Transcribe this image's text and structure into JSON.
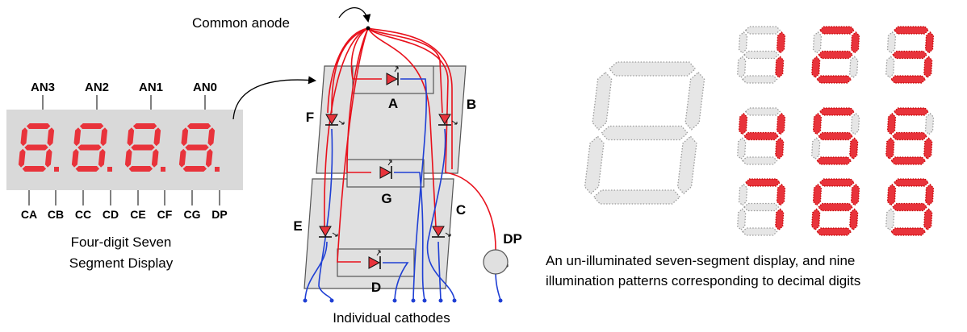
{
  "left_display": {
    "anode_labels": [
      "AN3",
      "AN2",
      "AN1",
      "AN0"
    ],
    "cathode_labels": [
      "CA",
      "CB",
      "CC",
      "CD",
      "CE",
      "CF",
      "CG",
      "DP"
    ],
    "caption_line1": "Four-digit Seven",
    "caption_line2": "Segment Display",
    "colors": {
      "body": "#d9d9d9",
      "segment": "#e8333b"
    }
  },
  "circuit": {
    "common_anode_label": "Common anode",
    "segment_labels": [
      "A",
      "B",
      "C",
      "D",
      "E",
      "F",
      "G"
    ],
    "dp_label": "DP",
    "cathodes_label": "Individual cathodes",
    "colors": {
      "anode_wire": "#e8101b",
      "cathode_wire": "#1f3fd4",
      "panel": "#e0e0e0"
    }
  },
  "patterns": {
    "digits": [
      "1",
      "2",
      "3",
      "4",
      "5",
      "6",
      "7",
      "8",
      "9"
    ],
    "caption_line1": "An un-illuminated seven-segment display, and nine",
    "caption_line2": "illumination patterns corresponding to decimal digits",
    "colors": {
      "lit": "#e8333b",
      "unlit": "#e6e6e6"
    }
  }
}
